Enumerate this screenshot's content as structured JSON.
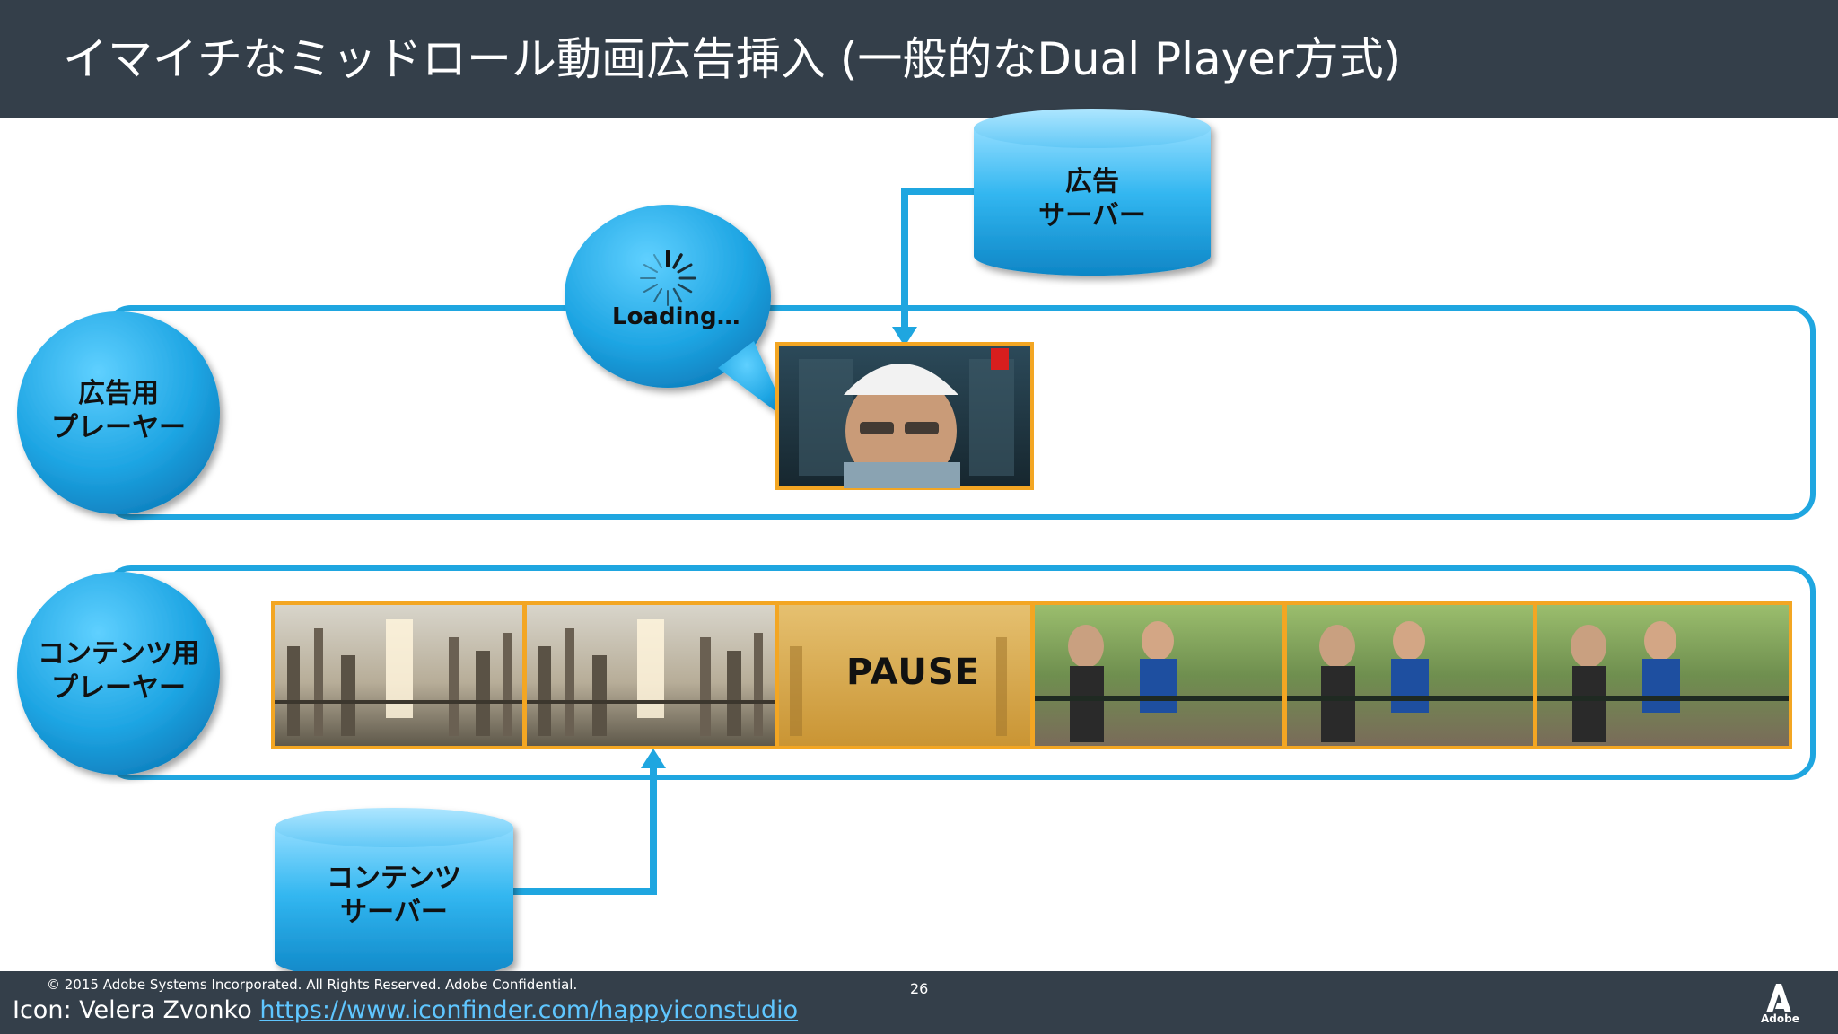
{
  "slide": {
    "title": "イマイチなミッドロール動画広告挿入 (一般的なDual Player方式)",
    "page_number": "26",
    "copyright": "© 2015 Adobe Systems Incorporated.  All Rights Reserved.  Adobe Confidential.",
    "credit_prefix": "Icon: Velera Zvonko ",
    "credit_link": "https://www.iconfinder.com/happyiconstudio",
    "logo_text": "Adobe"
  },
  "ad_player": {
    "line1": "広告用",
    "line2": "プレーヤー"
  },
  "content_player": {
    "line1": "コンテンツ用",
    "line2": "プレーヤー"
  },
  "ad_server": {
    "line1": "広告",
    "line2": "サーバー"
  },
  "content_server": {
    "line1": "コンテンツ",
    "line2": "サーバー"
  },
  "loading_bubble": {
    "text": "Loading…"
  },
  "pause_frame": {
    "text": "PAUSE"
  },
  "colors": {
    "header_bg": "#343f4a",
    "accent_blue": "#1fa6e0",
    "frame_border": "#f3a623"
  }
}
